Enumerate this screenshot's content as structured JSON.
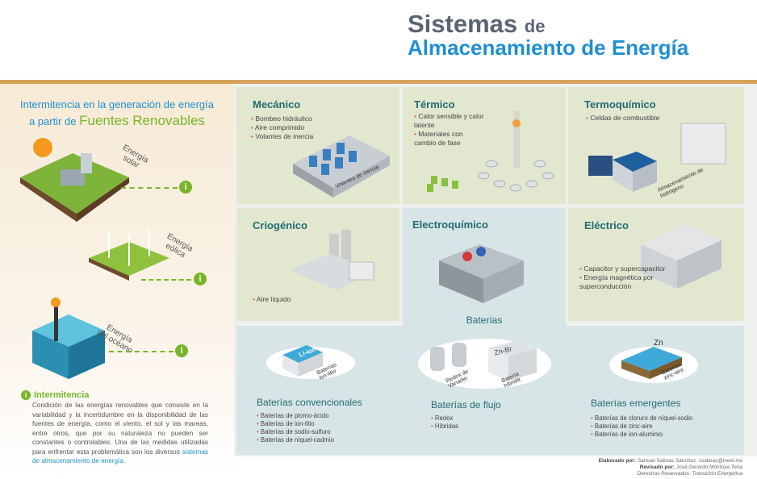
{
  "header": {
    "title_main": "Sistemas",
    "title_de": "de",
    "title_line2": "Almacenamiento de Energía"
  },
  "left": {
    "heading_line1": "Intermitencia en la generación de energía",
    "heading_prefix": "a partir de",
    "heading_highlight": "Fuentes Renovables",
    "sources": [
      {
        "label": "Energía solar"
      },
      {
        "label": "Energía eólica"
      },
      {
        "label": "Energía del océano"
      }
    ],
    "info_icon": "i",
    "intermitencia_title": "Intermitencia",
    "intermitencia_text": "Condición de las energías renovables que consiste en la variabilidad y la incertidumbre en la disponibilidad de las fuentes de energía, como el viento, el sol y las mareas, entre otros, que por su naturaleza no pueden ser constantes o controlables. Una de las medidas utilizadas para enfrentar esta problemática son los diversos",
    "intermitencia_link": "sistemas de almacenamiento de energía."
  },
  "panels": {
    "mecanico": {
      "title": "Mecánico",
      "items": [
        "Bombeo hidráulico",
        "Aire comprimido",
        "Volantes de inercia"
      ],
      "image_label": "Volantes de inercia"
    },
    "termico": {
      "title": "Térmico",
      "items": [
        "Calor sensible y calor latente",
        "Materiales con cambio de fase"
      ]
    },
    "termoquimico": {
      "title": "Termoquímico",
      "items": [
        "Celdas de combustible"
      ],
      "image_label": "Almacenamiento de hidrógeno"
    },
    "criogenico": {
      "title": "Criogénico",
      "items": [
        "Aire líquido"
      ]
    },
    "electroquimico": {
      "title": "Electroquímico",
      "subtitle": "Baterías"
    },
    "electrico": {
      "title": "Eléctrico",
      "items": [
        "Capacitor y supercapacitor",
        "Energía magnética por superconducción"
      ]
    }
  },
  "batteries": {
    "convencionales": {
      "title": "Baterías convencionales",
      "tag": "Li-ion",
      "image_label": "Baterías ion-litio",
      "items": [
        "Baterías de plomo-ácido",
        "Baterías de ion-litio",
        "Baterías de sodio-sulfuro",
        "Baterías de níquel-cadmio"
      ]
    },
    "flujo": {
      "title": "Baterías de flujo",
      "tag": "Zn-Br",
      "image_label_1": "Redox de Vanadio",
      "image_label_2": "Batería híbrida",
      "items": [
        "Redox",
        "Híbridas"
      ]
    },
    "emergentes": {
      "title": "Baterías emergentes",
      "tag": "Zn",
      "image_label": "Baterías zinc-aire",
      "items": [
        "Baterías de cloruro de níquel-sodio",
        "Baterías de zinc-aire",
        "Baterías de ion-aluminio"
      ]
    }
  },
  "credits": {
    "made_label": "Elaborado por:",
    "made_value": "Samuel Salinas Sánchez, ssalinas@ineel.mx",
    "review_label": "Revisado por:",
    "review_value": "José Gerardo Montoya Tena",
    "rights_label": "Derechos Reservados:",
    "rights_value": "Transición Energética"
  }
}
